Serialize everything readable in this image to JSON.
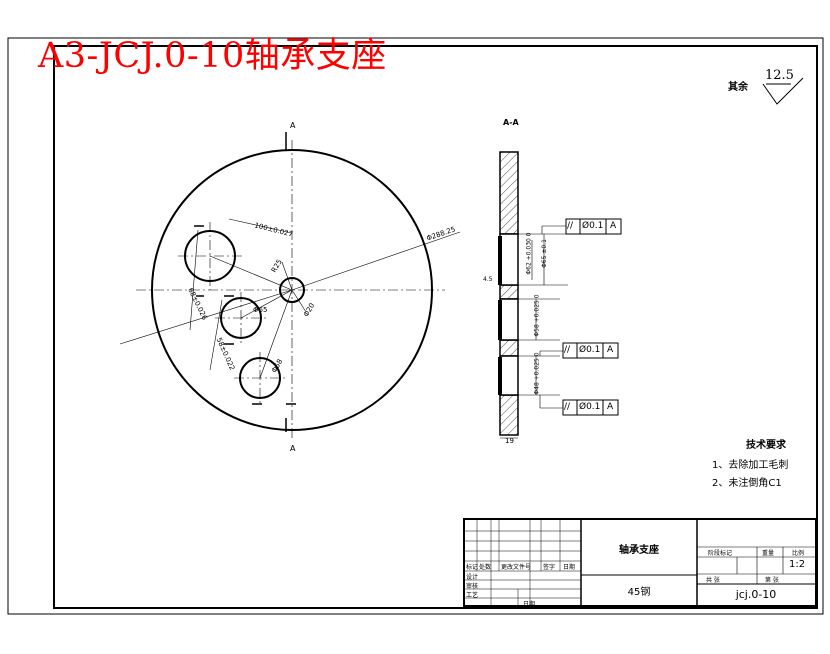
{
  "drawing_title": "A3-JCJ.0-10轴承支座",
  "roughness": {
    "label": "其余",
    "value": "12.5"
  },
  "section_labels": {
    "section_marker": "A",
    "section_view": "A-A"
  },
  "dimensions": {
    "outer_diameter": "Φ288.25",
    "center_hole": "Φ20",
    "hole_spacing": "100±0.027",
    "pitch_a": "68±0.026",
    "pitch_b": "58±0.022",
    "hole_1": "Φ65",
    "hole_2": "Φ58",
    "small_r": "R25",
    "bore_1": "Φ62 +0.030 0",
    "bore_1b": "Φ65 ±0.1",
    "bore_2": "Φ58 +0.025 0",
    "bore_3": "Φ48 +0.025 0",
    "thickness": "19",
    "step": "4.5"
  },
  "tolerance_frames": [
    {
      "symbol": "//",
      "value": "Ø0.1",
      "datum": "A"
    },
    {
      "symbol": "//",
      "value": "Ø0.1",
      "datum": "A"
    },
    {
      "symbol": "//",
      "value": "Ø0.1",
      "datum": "A"
    }
  ],
  "tech_requirements": {
    "heading": "技术要求",
    "items": [
      "1、去除加工毛刺",
      "2、未注倒角C1"
    ]
  },
  "title_block": {
    "part_name": "轴承支座",
    "material": "45钢",
    "drawing_no": "jcj.0-10",
    "scale": "1:2",
    "col_labels": [
      "标记",
      "处数",
      "更改文件号",
      "签字",
      "日期"
    ],
    "row_labels": [
      "设计",
      "审核",
      "工艺"
    ],
    "approve_label": "日期",
    "stage_labels": [
      "阶段标记",
      "重量",
      "比例"
    ],
    "sheet_labels": [
      "共  张",
      "第  张"
    ]
  }
}
